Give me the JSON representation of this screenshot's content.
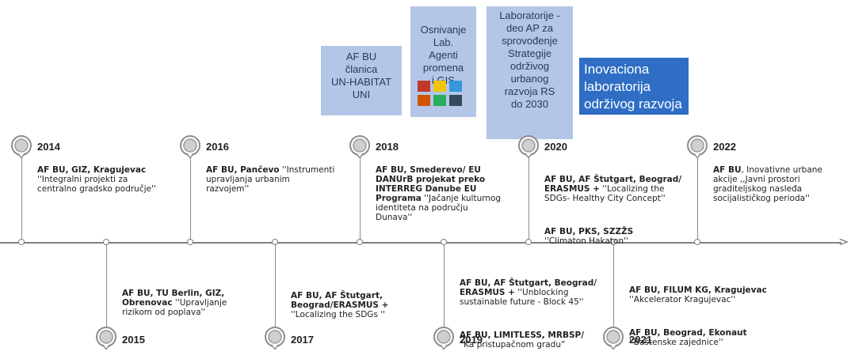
{
  "top_boxes": {
    "unhabitat": "AF BU\nčlanica\nUN-HABITAT\nUNI",
    "osnivanje": "Osnivanje\nLab.\nAgenti\npromena\ni GIS",
    "laboratorije": "Laboratorije -\ndeo AP za\nsprovođenje\nStrategije\nodrživog\nurbanog\nrazvoja RS\ndo 2030",
    "highlight": "Inovaciona\nlaboratorija\nodrživog razvoja"
  },
  "colors": {
    "axis": "#7f7f7f",
    "box_fill": "#b3c6e7",
    "highlight_fill": "#2f6ec4"
  },
  "logo_icons": [
    "#c0392b",
    "#f1c40f",
    "#3498db",
    "#d35400",
    "#27ae60",
    "#34495e"
  ],
  "years": {
    "y2014": "2014",
    "y2015": "2015",
    "y2016": "2016",
    "y2017": "2017",
    "y2018": "2018",
    "y2019": "2019",
    "y2020": "2020",
    "y2021": "2021",
    "y2022": "2022"
  },
  "events": {
    "e2014": {
      "bold": "AF BU, GIZ, Kragujevac",
      "text": "''Integralni projekti za\ncentralno gradsko područje''"
    },
    "e2015": {
      "bold": "AF BU, TU Berlin, GIZ,\nObrenovac",
      "text": " ''Upravljanje\nrizikom od poplava''"
    },
    "e2016": {
      "bold": "AF BU, Pančevo",
      "text": " ''Instrumenti\nupravljanja urbanim\nrazvojem''"
    },
    "e2017": {
      "bold": "AF BU, AF Štutgart,\nBeograd/ERASMUS +",
      "text": "\n''Localizing the SDGs ''"
    },
    "e2018": {
      "bold": "AF BU, Smederevo/ EU\nDANUrB projekat preko\nINTERREG Danube EU\nPrograma",
      "text": " ''Jačanje kulturnog\nidentiteta na području\nDunava''"
    },
    "e2019a": {
      "bold": "AF BU, AF Štutgart, Beograd/\nERASMUS +",
      "text": " ''Unblocking\nsustainable future - Block 45''"
    },
    "e2019b": {
      "bold": "AF BU, LIMITLESS, MRBSP/",
      "text": "\n“Ka pristupačnom gradu”"
    },
    "e2020a": {
      "bold": "AF BU, AF Štutgart, Beograd/\nERASMUS +",
      "text": " ''Localizing the\nSDGs- Healthy City Concept''"
    },
    "e2020b": {
      "bold": "AF BU, PKS, SZZŽS",
      "text": "\n''Climaton Hakaton''"
    },
    "e2021a": {
      "bold": "AF BU, FILUM KG, Kragujevac",
      "text": "\n''Akcelerator Kragujevac''"
    },
    "e2021b": {
      "bold": "AF BU, Beograd, Ekonaut",
      "text": "\n''Baštenske zajednice''"
    },
    "e2022": {
      "bold": "AF BU",
      "text": ", Inovativne urbane\nakcije ,,Javni prostori\ngraditeljskog nasleđa\nsocijalističkog perioda''"
    }
  }
}
